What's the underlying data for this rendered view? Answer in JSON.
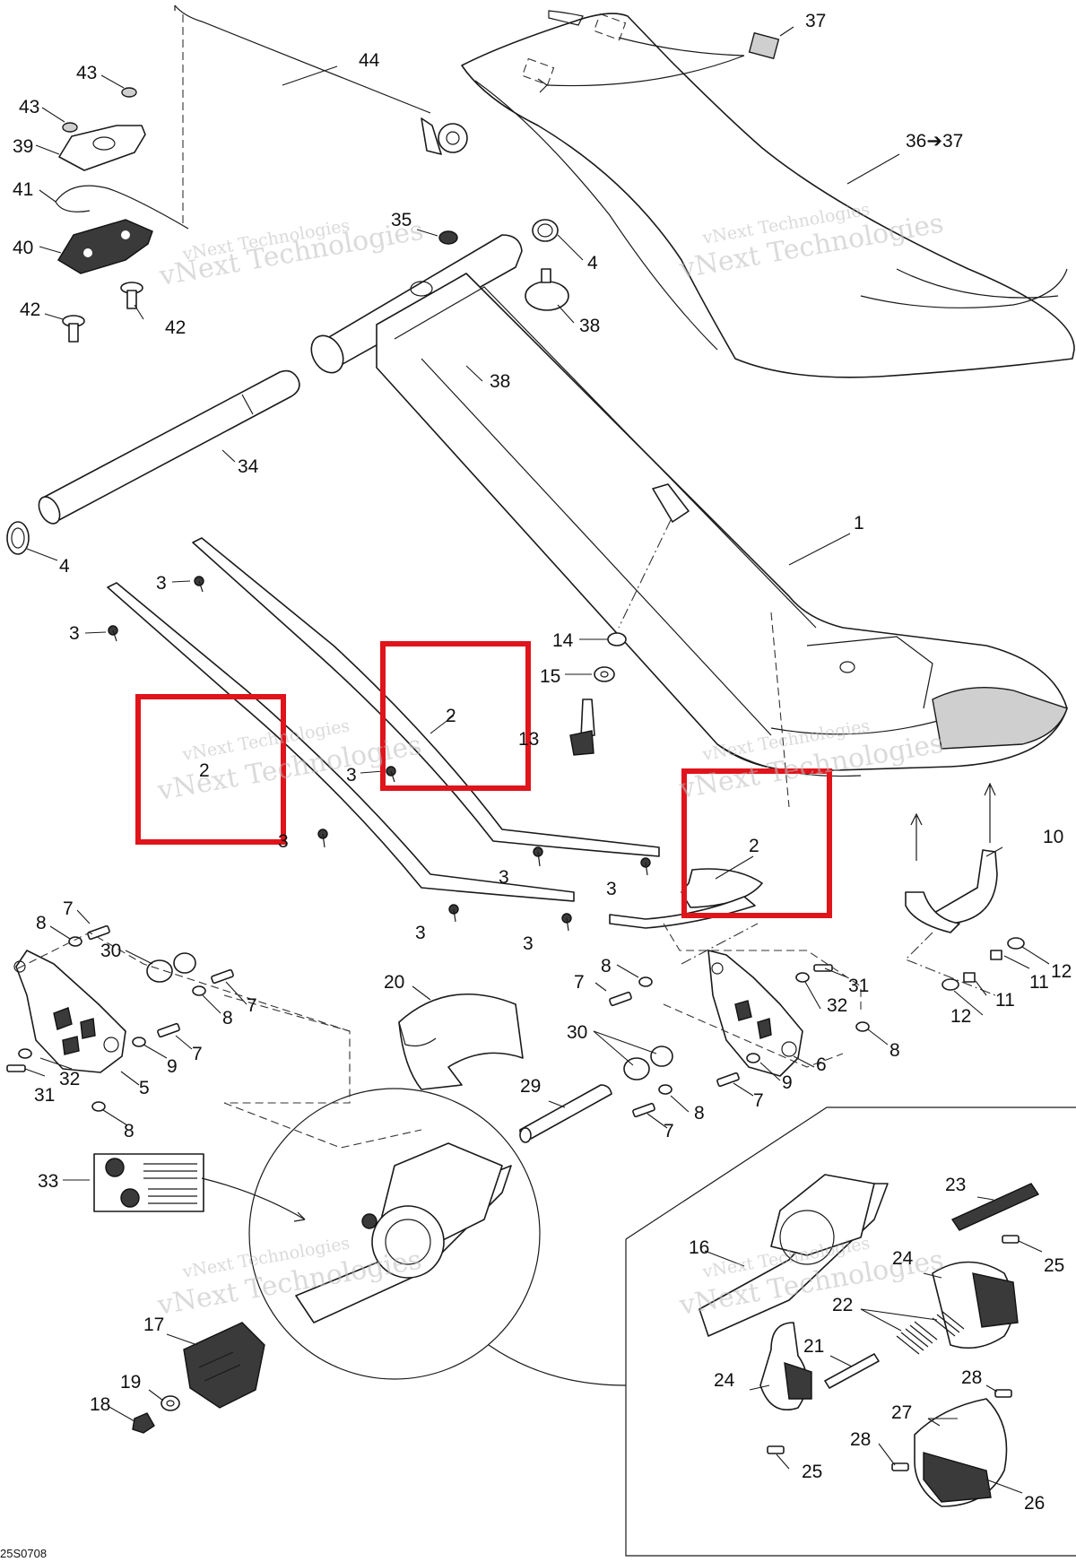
{
  "diagram": {
    "drawing_code": "25S0708",
    "watermark": "vNext Technologies",
    "highlight_color": "#e0141b",
    "callouts": [
      {
        "id": "c44",
        "text": "44"
      },
      {
        "id": "c37",
        "text": "37"
      },
      {
        "id": "c43a",
        "text": "43"
      },
      {
        "id": "c43b",
        "text": "43"
      },
      {
        "id": "c39",
        "text": "39"
      },
      {
        "id": "c41",
        "text": "41"
      },
      {
        "id": "c40",
        "text": "40"
      },
      {
        "id": "c42a",
        "text": "42"
      },
      {
        "id": "c42b",
        "text": "42"
      },
      {
        "id": "c36",
        "text": "36➔37"
      },
      {
        "id": "c35",
        "text": "35"
      },
      {
        "id": "c4a",
        "text": "4"
      },
      {
        "id": "c38a",
        "text": "38"
      },
      {
        "id": "c38b",
        "text": "38"
      },
      {
        "id": "c34",
        "text": "34"
      },
      {
        "id": "c4b",
        "text": "4"
      },
      {
        "id": "c1",
        "text": "1"
      },
      {
        "id": "c3a",
        "text": "3"
      },
      {
        "id": "c3b",
        "text": "3"
      },
      {
        "id": "c14",
        "text": "14"
      },
      {
        "id": "c15",
        "text": "15"
      },
      {
        "id": "c13",
        "text": "13"
      },
      {
        "id": "c2a",
        "text": "2"
      },
      {
        "id": "c2b",
        "text": "2"
      },
      {
        "id": "c2c",
        "text": "2"
      },
      {
        "id": "c3c",
        "text": "3"
      },
      {
        "id": "c3d",
        "text": "3"
      },
      {
        "id": "c3e",
        "text": "3"
      },
      {
        "id": "c3f",
        "text": "3"
      },
      {
        "id": "c3g",
        "text": "3"
      },
      {
        "id": "c3h",
        "text": "3"
      },
      {
        "id": "c10",
        "text": "10"
      },
      {
        "id": "c7a",
        "text": "7"
      },
      {
        "id": "c8a",
        "text": "8"
      },
      {
        "id": "c30a",
        "text": "30"
      },
      {
        "id": "c7b",
        "text": "7"
      },
      {
        "id": "c8b",
        "text": "8"
      },
      {
        "id": "c7c",
        "text": "7"
      },
      {
        "id": "c9a",
        "text": "9"
      },
      {
        "id": "c31a",
        "text": "31"
      },
      {
        "id": "c32a",
        "text": "32"
      },
      {
        "id": "c5",
        "text": "5"
      },
      {
        "id": "c8c",
        "text": "8"
      },
      {
        "id": "c20",
        "text": "20"
      },
      {
        "id": "c8d",
        "text": "8"
      },
      {
        "id": "c7d",
        "text": "7"
      },
      {
        "id": "c31b",
        "text": "31"
      },
      {
        "id": "c32b",
        "text": "32"
      },
      {
        "id": "c8e",
        "text": "8"
      },
      {
        "id": "c6",
        "text": "6"
      },
      {
        "id": "c30b",
        "text": "30"
      },
      {
        "id": "c9b",
        "text": "9"
      },
      {
        "id": "c7e",
        "text": "7"
      },
      {
        "id": "c8f",
        "text": "8"
      },
      {
        "id": "c7f",
        "text": "7"
      },
      {
        "id": "c29",
        "text": "29"
      },
      {
        "id": "c11a",
        "text": "11"
      },
      {
        "id": "c12a",
        "text": "12"
      },
      {
        "id": "c11b",
        "text": "11"
      },
      {
        "id": "c12b",
        "text": "12"
      },
      {
        "id": "c33",
        "text": "33"
      },
      {
        "id": "c23",
        "text": "23"
      },
      {
        "id": "c16",
        "text": "16"
      },
      {
        "id": "c24a",
        "text": "24"
      },
      {
        "id": "c25a",
        "text": "25"
      },
      {
        "id": "c22",
        "text": "22"
      },
      {
        "id": "c21",
        "text": "21"
      },
      {
        "id": "c17",
        "text": "17"
      },
      {
        "id": "c19",
        "text": "19"
      },
      {
        "id": "c18",
        "text": "18"
      },
      {
        "id": "c24b",
        "text": "24"
      },
      {
        "id": "c28a",
        "text": "28"
      },
      {
        "id": "c27",
        "text": "27"
      },
      {
        "id": "c28b",
        "text": "28"
      },
      {
        "id": "c25b",
        "text": "25"
      },
      {
        "id": "c26",
        "text": "26"
      }
    ]
  }
}
